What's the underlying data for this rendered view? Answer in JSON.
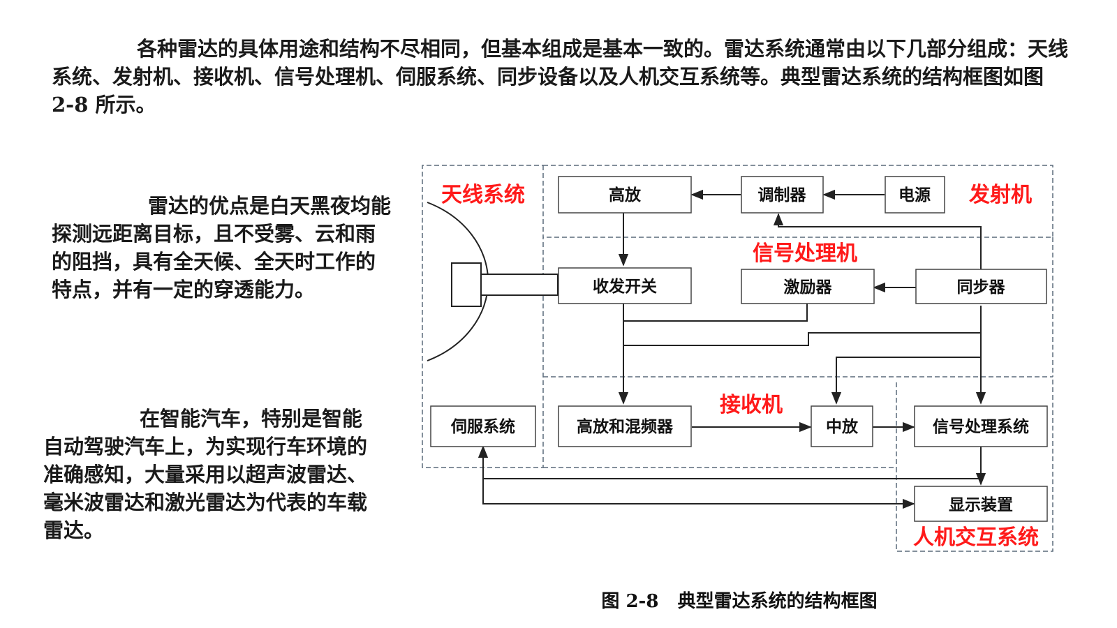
{
  "paragraphs": {
    "intro": "各种雷达的具体用途和结构不尽相同，但基本组成是基本一致的。雷达系统通常由以下几部分组成：天线系统、发射机、接收机、信号处理机、伺服系统、同步设备以及人机交互系统等。典型雷达系统的结构框图如图 2-8 所示。",
    "advantages": "雷达的优点是白天黑夜均能探测远距离目标，且不受雾、云和雨的阻挡，具有全天候、全天时工作的特点，并有一定的穿透能力。",
    "cars": "在智能汽车，特别是智能自动驾驶汽车上，为实现行车环境的准确感知，大量采用以超声波雷达、毫米波雷达和激光雷达为代表的车载雷达。"
  },
  "diagram": {
    "regions": {
      "antenna": "天线系统",
      "transmitter": "发射机",
      "signal_processor": "信号处理机",
      "receiver": "接收机",
      "hmi": "人机交互系统"
    },
    "blocks": {
      "high_amp": "高放",
      "modulator": "调制器",
      "power": "电源",
      "tr_switch": "收发开关",
      "exciter": "激励器",
      "synchronizer": "同步器",
      "servo": "伺服系统",
      "amp_mixer": "高放和混频器",
      "if_amp": "中放",
      "signal_system": "信号处理系统",
      "display": "显示装置"
    },
    "caption": "图 2-8   典型雷达系统的结构框图",
    "colors": {
      "region_label": "#ff1a1a",
      "region_border": "#5a6a7a",
      "line": "#222222"
    }
  }
}
